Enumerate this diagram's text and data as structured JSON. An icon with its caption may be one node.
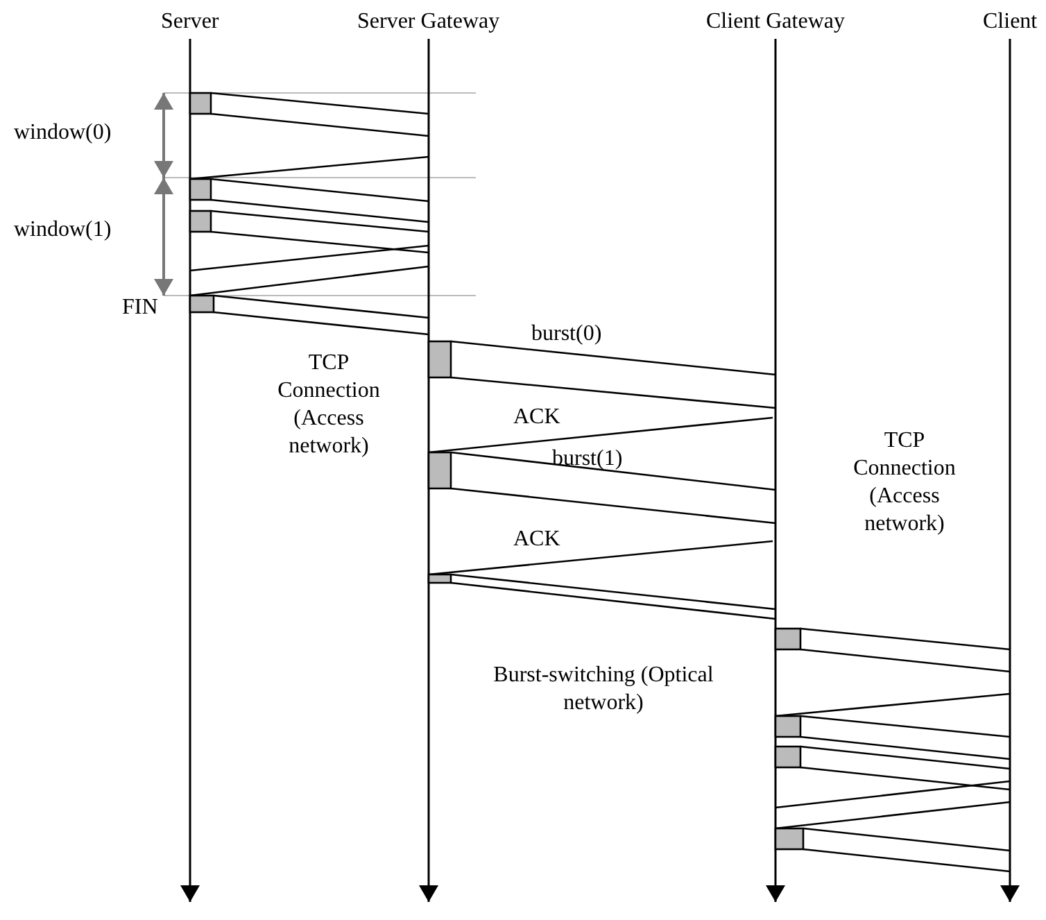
{
  "diagram": {
    "nodes": [
      {
        "text": [
          "Server"
        ]
      },
      {
        "text": [
          "Server Gateway"
        ]
      },
      {
        "text": [
          "Client Gateway"
        ]
      },
      {
        "text": [
          "Client"
        ]
      }
    ],
    "edges": [
      {
        "from": 0,
        "to": null,
        "arrow": "to"
      },
      {
        "from": 1,
        "to": null,
        "arrow": "to"
      },
      {
        "from": 2,
        "to": null,
        "arrow": "to"
      },
      {
        "from": 3,
        "to": null,
        "arrow": "to"
      }
    ],
    "labels": [
      "window(0)",
      "window(1)",
      "FIN",
      "TCP Connection (Access network)",
      "burst(0)",
      "ACK",
      "burst(1)",
      "ACK",
      "TCP Connection (Access network)",
      "Burst-switching (Optical network)"
    ]
  }
}
